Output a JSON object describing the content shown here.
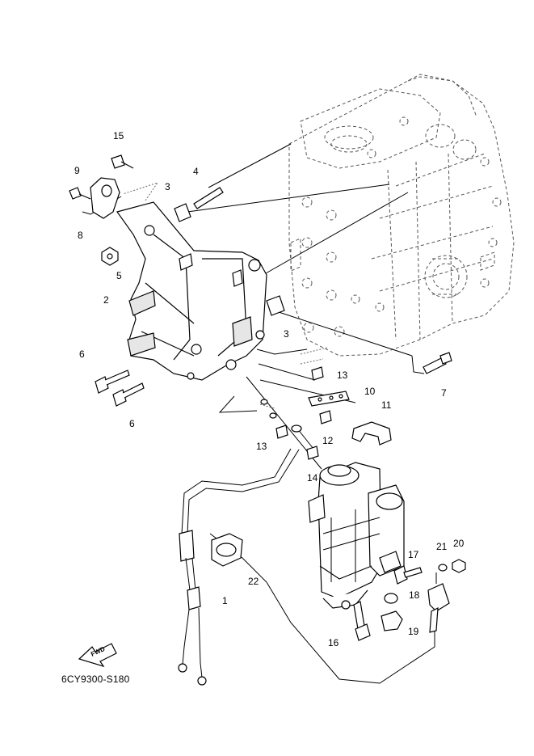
{
  "diagram_code": "6CY9300-S180",
  "fwd_label": "FWD",
  "callouts": {
    "c1": "1",
    "c2": "2",
    "c3a": "3",
    "c3b": "3",
    "c4": "4",
    "c5": "5",
    "c6a": "6",
    "c6b": "6",
    "c7": "7",
    "c8": "8",
    "c9": "9",
    "c10": "10",
    "c11": "11",
    "c12": "12",
    "c13a": "13",
    "c13b": "13",
    "c14": "14",
    "c15": "15",
    "c16": "16",
    "c17": "17",
    "c18": "18",
    "c19": "19",
    "c20": "20",
    "c21": "21",
    "c22": "22"
  }
}
